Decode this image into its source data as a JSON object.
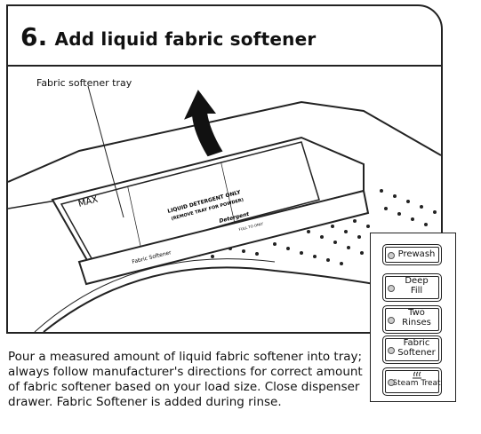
{
  "step": {
    "number": "6.",
    "title": "Add liquid fabric softener"
  },
  "callout": {
    "label": "Fabric softener tray"
  },
  "tray_labels": {
    "max": "MAX",
    "liquid": "LIQUID DETERGENT ONLY",
    "remove": "(REMOVE TRAY FOR POWDER)",
    "fabric": "Fabric Softener",
    "brand": "Detergent",
    "fulltoonly": "FULL TO ONLY"
  },
  "panel": {
    "buttons": [
      {
        "label": "Prewash"
      },
      {
        "label_line1": "Deep",
        "label_line2": "Fill"
      },
      {
        "label_line1": "Two",
        "label_line2": "Rinses"
      },
      {
        "label_line1": "Fabric",
        "label_line2": "Softener"
      },
      {
        "label": "Steam Treat",
        "icon": "steam-icon"
      }
    ]
  },
  "description": "Pour a measured amount of liquid fabric softener into tray; always follow manufacturer's directions for correct amount of fabric softener based on your load size. Close dispenser drawer. Fabric Softener is added during rinse."
}
